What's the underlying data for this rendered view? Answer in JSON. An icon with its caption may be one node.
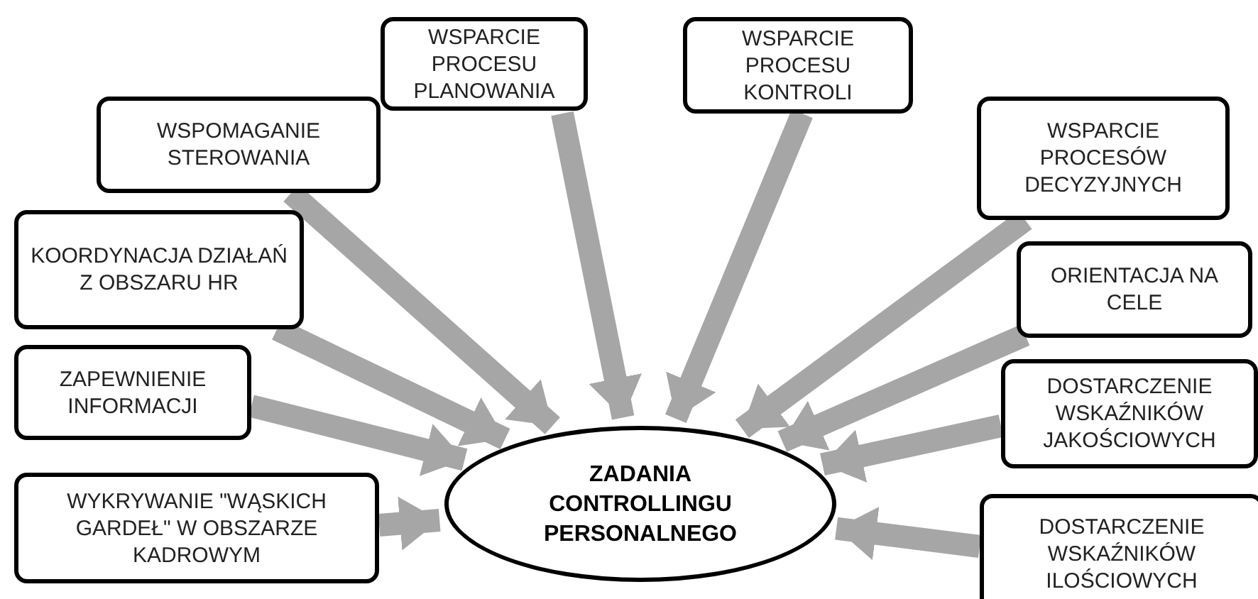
{
  "diagram": {
    "nodes": [
      {
        "text": [
          "WSPARCIE PROCESU PLANOWANIA"
        ]
      },
      {
        "text": [
          "WSPARCIE PROCESU KONTROLI"
        ]
      },
      {
        "text": [
          "WSPOMAGANIE STEROWANIA"
        ]
      },
      {
        "text": [
          "WSPARCIE PROCESÓW DECYZYJNYCH"
        ]
      },
      {
        "text": [
          "KOORDYNACJA DZIAŁAŃ Z OBSZARU HR"
        ]
      },
      {
        "text": [
          "ORIENTACJA NA CELE"
        ]
      },
      {
        "text": [
          "ZAPEWNIENIE INFORMACJI"
        ]
      },
      {
        "text": [
          "DOSTARCZENIE WSKAŹNIKÓW JAKOŚCIOWYCH"
        ]
      },
      {
        "text": [
          "ZADANIA CONTROLLINGU PERSONALNEGO"
        ]
      },
      {
        "text": [
          "WYKRYWANIE \"WĄSKICH GARDEŁ\" W OBSZARZE KADROWYM"
        ]
      },
      {
        "text": [
          "DOSTARCZENIE WSKAŹNIKÓW ILOŚCIOWYCH"
        ]
      }
    ],
    "edges": [
      {
        "from": 0,
        "to": 8,
        "arrow": "to"
      },
      {
        "from": 1,
        "to": 8,
        "arrow": "to"
      },
      {
        "from": 2,
        "to": 8,
        "arrow": "to"
      },
      {
        "from": 3,
        "to": 8,
        "arrow": "to"
      },
      {
        "from": 4,
        "to": 8,
        "arrow": "to"
      },
      {
        "from": 5,
        "to": 8,
        "arrow": "to"
      },
      {
        "from": 6,
        "to": 8,
        "arrow": "to"
      },
      {
        "from": 7,
        "to": 8,
        "arrow": "to"
      },
      {
        "from": 9,
        "to": 8,
        "arrow": "to"
      },
      {
        "from": 10,
        "to": 8,
        "arrow": "to"
      }
    ]
  }
}
